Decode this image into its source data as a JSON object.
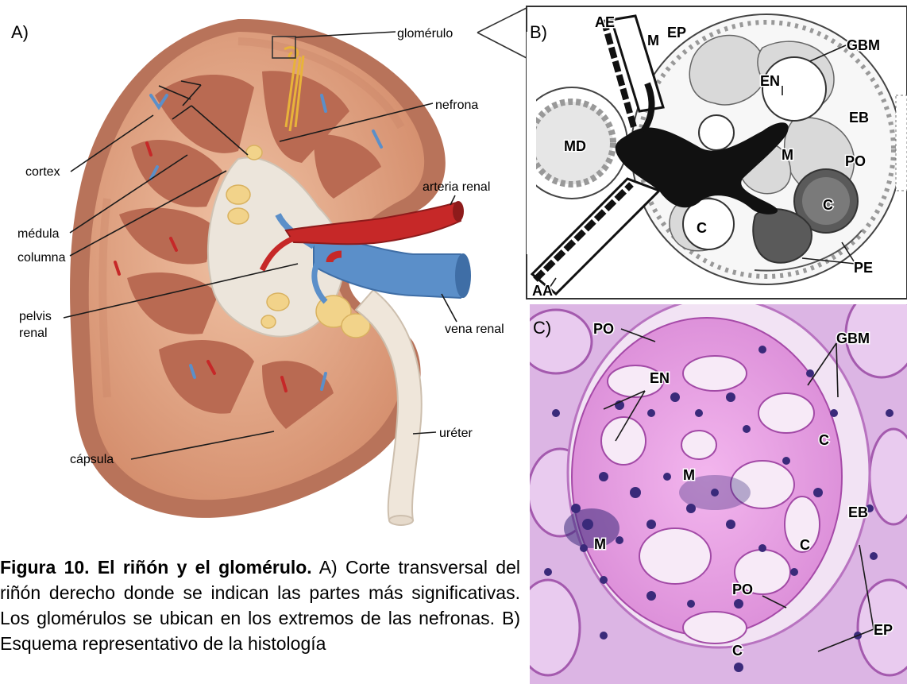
{
  "panel_a": {
    "letter": "A)",
    "labels": {
      "glomerulo": "glomérulo",
      "nefrona": "nefrona",
      "cortex": "cortex",
      "medula": "médula",
      "columna": "columna",
      "arteria_renal": "arteria renal",
      "pelvis_line1": "pelvis",
      "pelvis_line2": "renal",
      "vena_renal": "vena renal",
      "ureter": "uréter",
      "capsula": "cápsula"
    }
  },
  "panel_b": {
    "letter": "B)",
    "labels": {
      "AE": "AE",
      "EP": "EP",
      "M1": "M",
      "GBM": "GBM",
      "EN": "EN",
      "EB": "EB",
      "MD": "MD",
      "M2": "M",
      "PO": "PO",
      "C1": "C",
      "C2": "C",
      "PE": "PE",
      "AA": "AA"
    }
  },
  "panel_c": {
    "letter": "C)",
    "labels": {
      "PO1": "PO",
      "GBM": "GBM",
      "EN": "EN",
      "C1": "C",
      "M1": "M",
      "EB": "EB",
      "M2": "M",
      "C2": "C",
      "PO2": "PO",
      "EP": "EP",
      "C3": "C"
    }
  },
  "caption": {
    "title": "Figura 10. El riñón y el glomérulo.",
    "text": " A) Corte transversal del riñón derecho donde se indican las partes más significativas. Los glomérulos se ubican en los extremos de las nefronas. B) Esquema representativo de la histología"
  },
  "colors": {
    "kidney_outer": "#c07a5e",
    "kidney_cortex": "#e3a88a",
    "medulla": "#b86e55",
    "artery": "#c62828",
    "vein": "#5b8fc9",
    "ureter": "#efe6da",
    "fat": "#f2d38a",
    "histology_bg": "#e8b8e6",
    "nuclei": "#3a2a7a"
  }
}
